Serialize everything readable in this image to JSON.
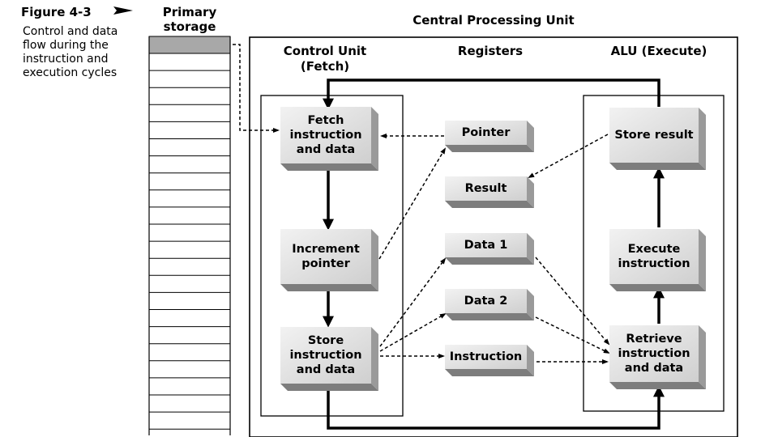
{
  "figure": {
    "label": "Figure 4-3",
    "caption": "Control and data flow during the instruction and execution cycles"
  },
  "primary_storage": {
    "label": "Primary storage",
    "rows": 22
  },
  "cpu": {
    "title": "Central Processing Unit",
    "control_unit": {
      "heading": "Control Unit (Fetch)",
      "steps": {
        "fetch": "Fetch instruction and data",
        "increment": "Increment pointer",
        "store": "Store instruction and data"
      }
    },
    "registers": {
      "heading": "Registers",
      "items": {
        "pointer": "Pointer",
        "result": "Result",
        "data1": "Data 1",
        "data2": "Data 2",
        "instruction": "Instruction"
      }
    },
    "alu": {
      "heading": "ALU (Execute)",
      "steps": {
        "store_result": "Store result",
        "execute": "Execute instruction",
        "retrieve": "Retrieve instruction and data"
      }
    }
  },
  "colors": {
    "box_face_light": "#f2f2f2",
    "box_face_dark": "#cfcfcf",
    "box_side": "#9a9a9a",
    "box_bottom": "#7d7d7d",
    "storage_highlight": "#a8a8a8",
    "line": "#000000"
  }
}
